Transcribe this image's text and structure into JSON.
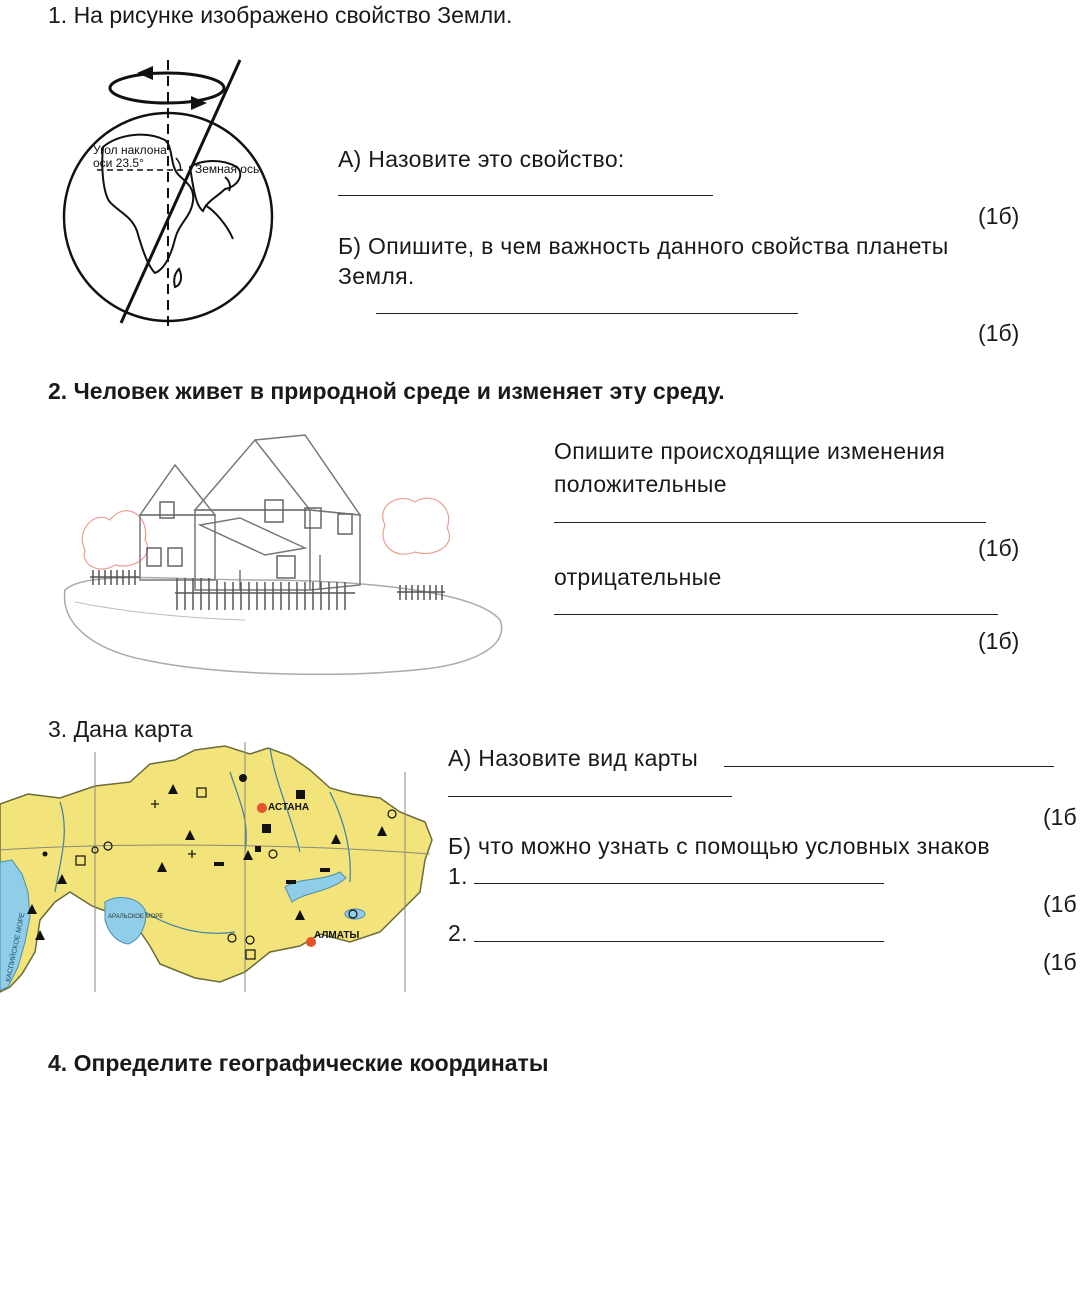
{
  "q1": {
    "title": "1. На рисунке изображено свойство Земли.",
    "figure": {
      "tilt_label_line1": "Угол наклона",
      "tilt_label_line2": "оси 23.5°",
      "axis_label": "Земная ось"
    },
    "a_text": "А) Назовите это свойство:",
    "a_score": "(1б)",
    "b_text_line1": "Б) Опишите, в чем важность данного свойства планеты",
    "b_text_line2": "Земля.",
    "b_score": "(1б)"
  },
  "q2": {
    "title": "2. Человек живет в природной среде и изменяет эту среду.",
    "instruction": "Опишите происходящие изменения",
    "positive_label": "положительные",
    "positive_score": "(1б)",
    "negative_label": "отрицательные",
    "negative_score": "(1б)"
  },
  "q3": {
    "title": "3. Дана карта",
    "map": {
      "city1": "АСТАНА",
      "city2": "АЛМАТЫ",
      "sea1": "АРАЛЬСКОЕ МОРЕ",
      "sea2": "КАСПИЙСКОЕ МОРЕ"
    },
    "a_text": "А) Назовите вид карты",
    "a_score": "(1б",
    "b_text": "Б) что можно узнать с помощью условных знаков",
    "item1": "1.",
    "item1_score": "(1б",
    "item2": "2.",
    "item2_score": "(1б"
  },
  "q4": {
    "title": "4. Определите географические координаты"
  }
}
